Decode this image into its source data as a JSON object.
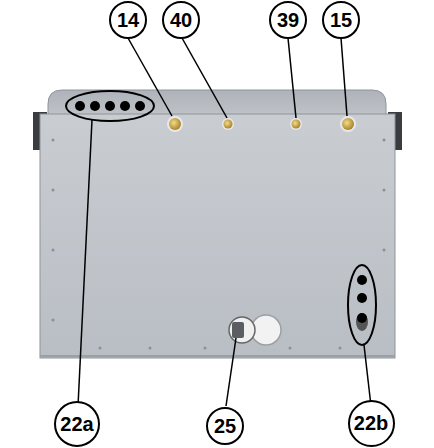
{
  "diagram": {
    "labels": [
      "14",
      "40",
      "39",
      "15",
      "22a",
      "25",
      "22b"
    ]
  }
}
